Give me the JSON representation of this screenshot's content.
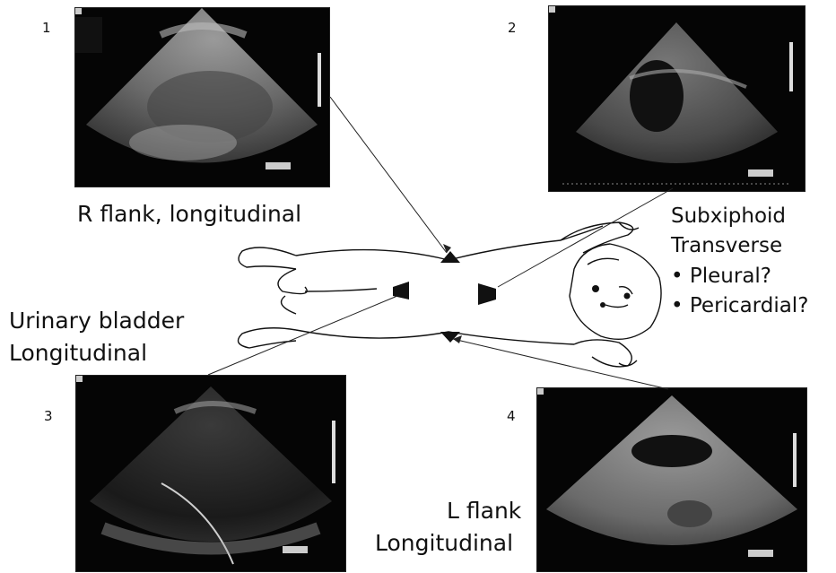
{
  "panels": [
    {
      "number": "1"
    },
    {
      "number": "2"
    },
    {
      "number": "3"
    },
    {
      "number": "4"
    }
  ],
  "labels": {
    "r_flank": "R flank, longitudinal",
    "subxiphoid_title": "Subxiphoid",
    "subxiphoid_sub": "Transverse",
    "subxiphoid_bullet1": "• Pleural?",
    "subxiphoid_bullet2": "• Pericardial?",
    "bladder_line1": "Urinary bladder",
    "bladder_line2": "Longitudinal",
    "l_flank_line1": "L flank",
    "l_flank_line2": "Longitudinal"
  }
}
